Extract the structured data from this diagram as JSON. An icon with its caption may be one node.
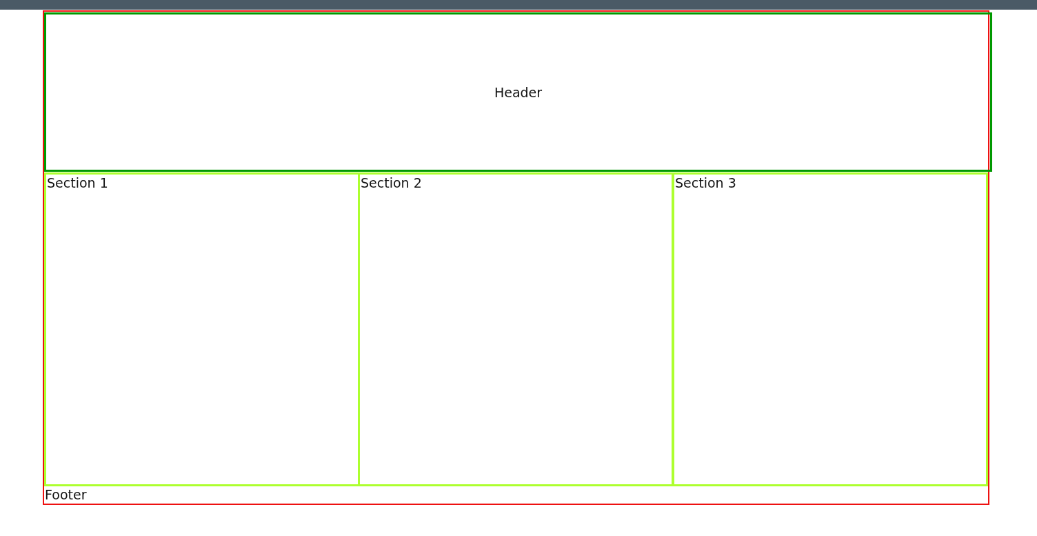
{
  "diagram": {
    "nodes": [
      {
        "text": [],
        "shape": "bar"
      },
      {
        "text": [],
        "shape": "box"
      },
      {
        "text": [
          "Header"
        ],
        "in": 1
      },
      {
        "text": [
          "Section 1"
        ],
        "in": 1
      },
      {
        "text": [
          "Section 2"
        ],
        "in": 1
      },
      {
        "text": [
          "Section 3"
        ],
        "in": 1
      }
    ],
    "labels": [
      "Footer"
    ]
  }
}
